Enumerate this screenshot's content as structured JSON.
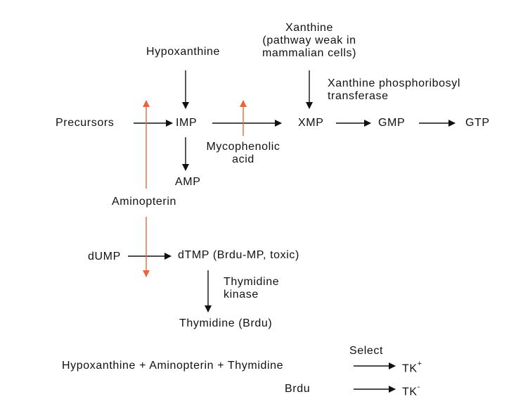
{
  "nodes": {
    "hypoxanthine": "Hypoxanthine",
    "xanthine_line1": "Xanthine",
    "xanthine_line2": "(pathway weak in",
    "xanthine_line3": "mammalian cells)",
    "xprt_line1": "Xanthine phosphoribosyl",
    "xprt_line2": "transferase",
    "precursors": "Precursors",
    "imp": "IMP",
    "xmp": "XMP",
    "gmp": "GMP",
    "gtp": "GTP",
    "myco_line1": "Mycophenolic",
    "myco_line2": "acid",
    "amp": "AMP",
    "aminopterin": "Aminopterin",
    "dump": "dUMP",
    "dtmp": "dTMP (Brdu-MP, toxic)",
    "tk_line1": "Thymidine",
    "tk_line2": "kinase",
    "thymidine": "Thymidine (Brdu)"
  },
  "selection": {
    "select_label": "Select",
    "row1_medium": "Hypoxanthine + Aminopterin + Thymidine",
    "row1_result": "TK",
    "row1_sup": "+",
    "row2_medium": "Brdu",
    "row2_result": "TK",
    "row2_sup": "-"
  },
  "colors": {
    "arrow_black": "#111111",
    "arrow_inhibitor": "#e8663d"
  }
}
